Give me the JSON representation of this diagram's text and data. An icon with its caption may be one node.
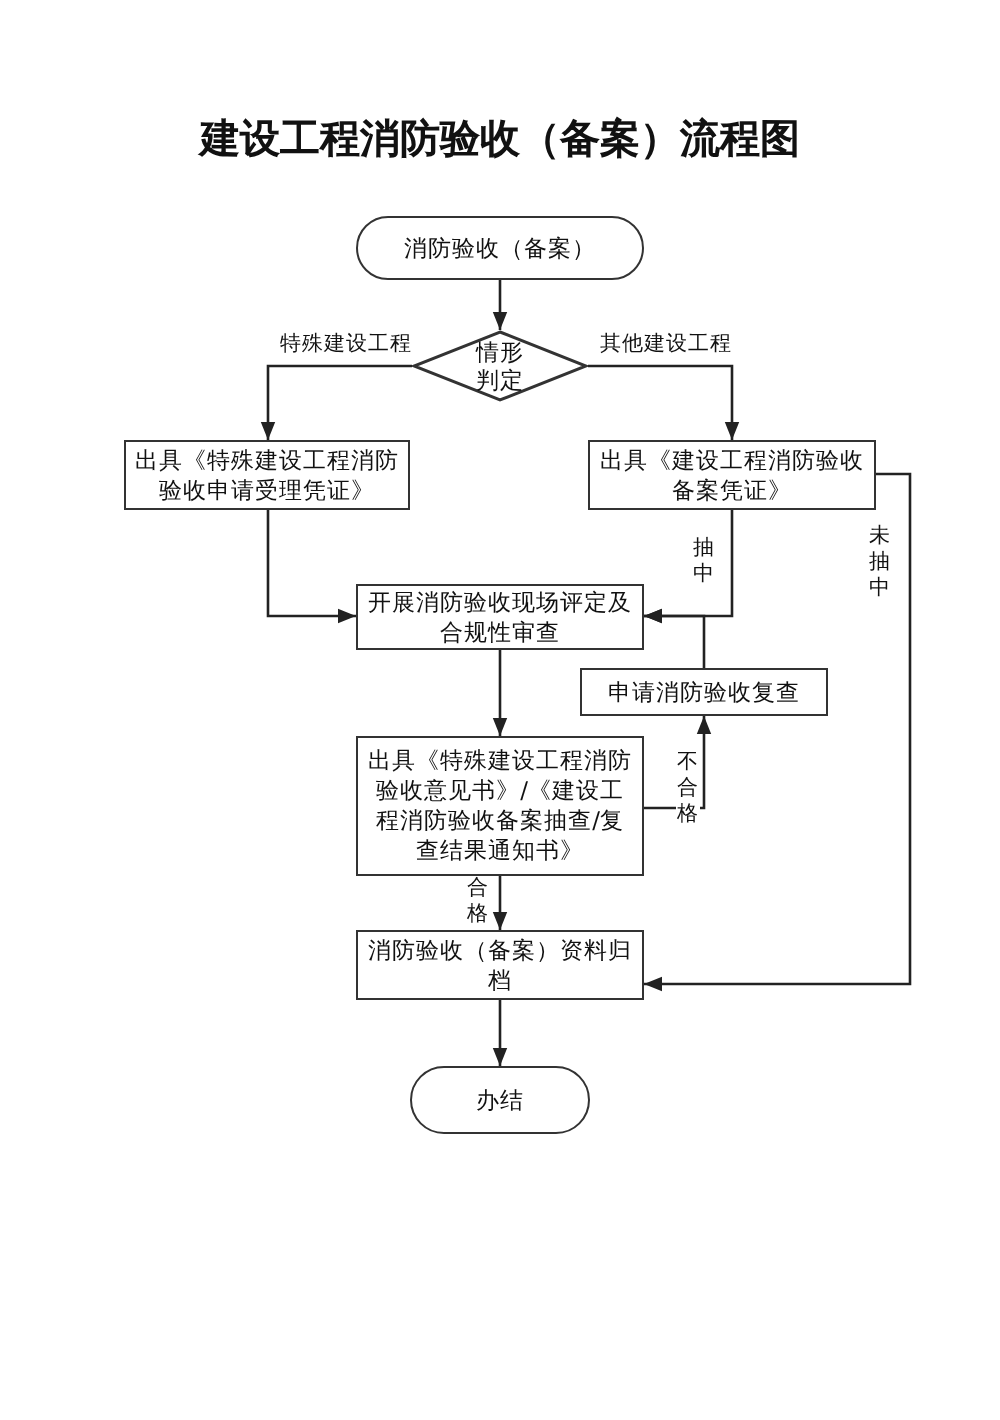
{
  "diagram": {
    "title": "建设工程消防验收（备案）流程图",
    "nodes": [
      {
        "text": [
          "消防验收（备案）"
        ]
      },
      {
        "text": [
          "情形判定"
        ]
      },
      {
        "text": [
          "出具《特殊建设工程消防验收申请受理凭证》"
        ]
      },
      {
        "text": [
          "出具《建设工程消防验收备案凭证》"
        ]
      },
      {
        "text": [
          "开展消防验收现场评定及合规性审查"
        ]
      },
      {
        "text": [
          "申请消防验收复查"
        ]
      },
      {
        "text": [
          "出具《特殊建设工程消防验收意见书》/《建设工程消防验收备案抽查/复查结果通知书》"
        ]
      },
      {
        "text": [
          "消防验收（备案）资料归档"
        ]
      },
      {
        "text": [
          "办结"
        ]
      }
    ],
    "edges": [
      {
        "from": 0,
        "to": 1,
        "arrow": "to"
      },
      {
        "from": 1,
        "to": 2,
        "arrow": "to",
        "label": "特殊建设工程"
      },
      {
        "from": 1,
        "to": 3,
        "arrow": "to",
        "label": "其他建设工程"
      },
      {
        "from": 2,
        "to": 4,
        "arrow": "to"
      },
      {
        "from": 3,
        "to": 4,
        "arrow": "to",
        "label": "抽中"
      },
      {
        "from": 4,
        "to": 6,
        "arrow": "to"
      },
      {
        "from": 6,
        "to": 5,
        "arrow": "to",
        "label": "不合格"
      },
      {
        "from": 5,
        "to": 4,
        "arrow": "to"
      },
      {
        "from": 6,
        "to": 7,
        "arrow": "to",
        "label": "合格"
      },
      {
        "from": 3,
        "to": 7,
        "arrow": "to",
        "label": "未抽中"
      },
      {
        "from": 7,
        "to": 8,
        "arrow": "to"
      }
    ]
  }
}
